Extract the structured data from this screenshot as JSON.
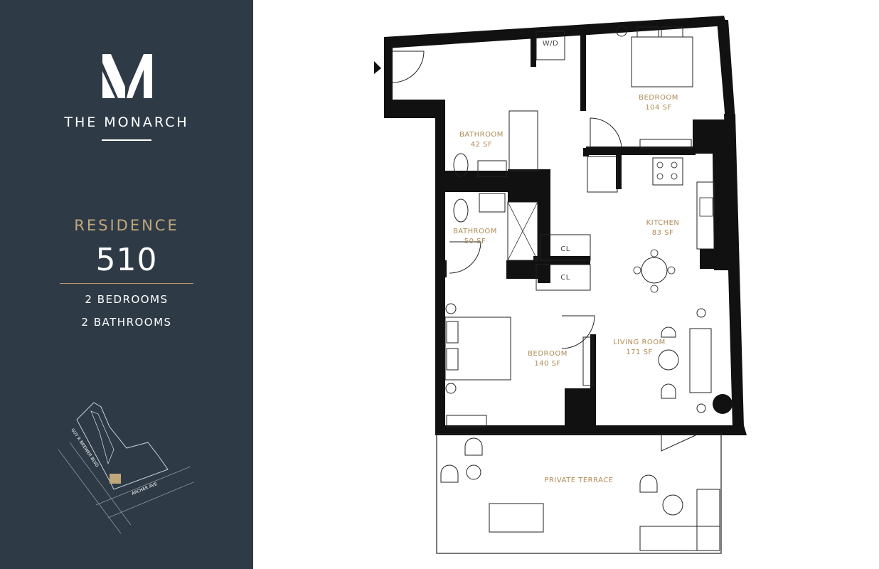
{
  "brand": {
    "logo_letter": "M",
    "name": "THE MONARCH"
  },
  "residence": {
    "label": "RESIDENCE",
    "number": "510",
    "bedrooms": "2 BEDROOMS",
    "bathrooms": "2 BATHROOMS"
  },
  "site_map": {
    "street_vertical": "GUY R BREWER BLVD",
    "street_horizontal": "ARCHER AVE"
  },
  "rooms": {
    "bedroom_top": {
      "name": "BEDROOM",
      "area": "104 SF"
    },
    "bathroom_1": {
      "name": "BATHROOM",
      "area": "42 SF"
    },
    "bathroom_2": {
      "name": "BATHROOM",
      "area": "50 SF"
    },
    "kitchen": {
      "name": "KITCHEN",
      "area": "83 SF"
    },
    "bedroom_bottom": {
      "name": "BEDROOM",
      "area": "140 SF"
    },
    "living_room": {
      "name": "LIVING ROOM",
      "area": "171 SF"
    },
    "terrace": {
      "name": "PRIVATE TERRACE"
    },
    "washer_dryer": "W/D",
    "closet_1": "CL",
    "closet_2": "CL"
  },
  "colors": {
    "sidebar": "#2e3b47",
    "accent_gold": "#c2a77a",
    "room_label": "#b08a55",
    "wall": "#111111"
  }
}
